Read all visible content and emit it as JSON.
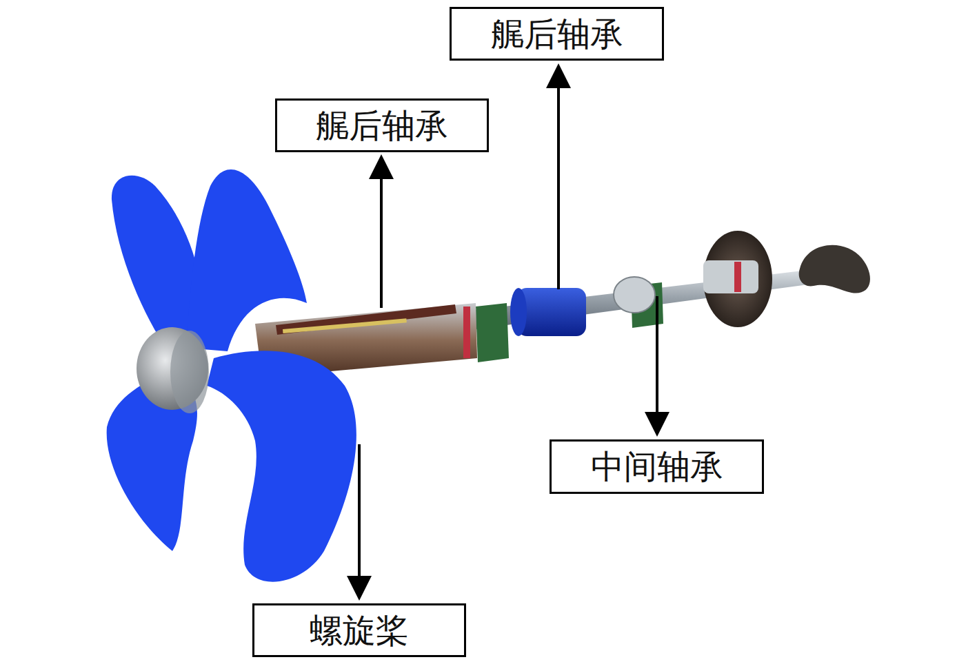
{
  "diagram": {
    "nodes": [
      {
        "text": [
          "艉后轴承"
        ]
      },
      {
        "text": [
          "艉后轴承"
        ]
      },
      {
        "text": [
          "中间轴承"
        ]
      },
      {
        "text": [
          "螺旋桨"
        ]
      }
    ]
  }
}
